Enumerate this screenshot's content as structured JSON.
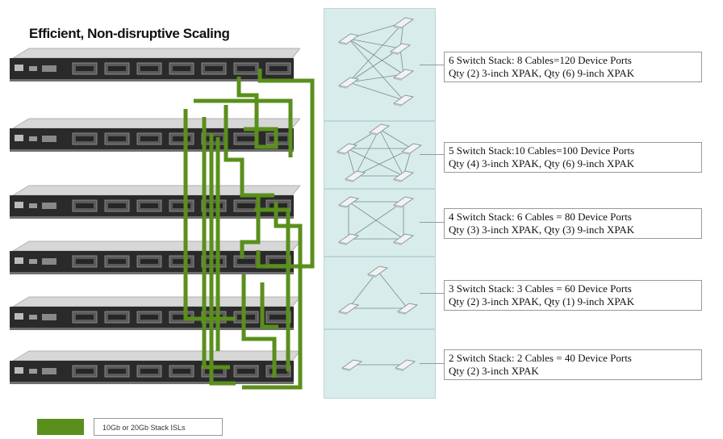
{
  "title": "Efficient, Non-disruptive Scaling",
  "stacks": [
    {
      "line1": "6 Switch Stack: 8 Cables=120 Device Ports",
      "line2": "Qty (2) 3-inch XPAK, Qty (6) 9-inch XPAK"
    },
    {
      "line1": "5 Switch Stack:10 Cables=100 Device Ports",
      "line2": "Qty (4) 3-inch XPAK, Qty (6) 9-inch XPAK"
    },
    {
      "line1": "4 Switch Stack: 6 Cables = 80 Device Ports",
      "line2": "Qty (3) 3-inch XPAK, Qty (3) 9-inch XPAK"
    },
    {
      "line1": "3 Switch Stack: 3 Cables = 60 Device Ports",
      "line2": "Qty (2) 3-inch XPAK, Qty (1) 9-inch XPAK"
    },
    {
      "line1": "2 Switch Stack: 2 Cables = 40 Device Ports",
      "line2": "Qty (2) 3-inch XPAK"
    }
  ],
  "legend": {
    "label": "10Gb or 20Gb Stack ISLs",
    "color": "#5a8f1c"
  },
  "colors": {
    "cable": "#5a8f1c",
    "panel": "#d8ecec",
    "switch_front": "#2a2a2a"
  }
}
